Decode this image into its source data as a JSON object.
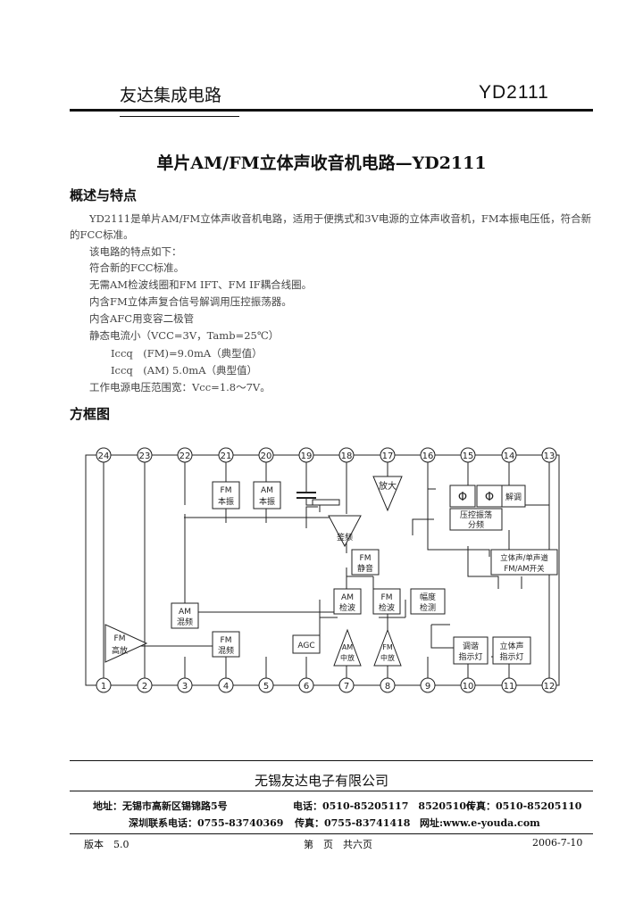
{
  "header": {
    "company": "友达集成电路",
    "model": "YD2111"
  },
  "title": "单片AM/FM立体声收音机电路—YD2111",
  "overview": {
    "heading": "概述与特点",
    "intro": "YD2111是单片AM/FM立体声收音机电路，适用于便携式和3V电源的立体声收音机，FM本振电压低，符合新的FCC标准。",
    "features_intro": "该电路的特点如下：",
    "features": [
      "符合新的FCC标准。",
      "无需AM检波线圈和FM IFT、FM IF耦合线圈。",
      "内含FM立体声复合信号解调用压控振荡器。",
      "内含AFC用变容二极管",
      "静态电流小（VCC=3V，Tamb=25℃）",
      "Iccq　(FM)=9.0mA（典型值）",
      "Iccq　(AM) 5.0mA（典型值）",
      "工作电源电压范围宽：Vcc=1.8～7V。"
    ]
  },
  "block_diagram": {
    "heading": "方框图",
    "top_pins": [
      "24",
      "23",
      "22",
      "21",
      "20",
      "19",
      "18",
      "17",
      "16",
      "15",
      "14",
      "13"
    ],
    "bottom_pins": [
      "1",
      "2",
      "3",
      "4",
      "5",
      "6",
      "7",
      "8",
      "9",
      "10",
      "11",
      "12"
    ],
    "blocks": {
      "fm_osc": [
        "FM",
        "本振"
      ],
      "am_osc": [
        "AM",
        "本振"
      ],
      "amp": "放大",
      "detector": "鉴频",
      "fm_quiet": [
        "FM",
        "静音"
      ],
      "phi1": "Φ",
      "phi2": "Φ",
      "demod": "解调",
      "vco": [
        "压控振荡",
        "分频"
      ],
      "switch": [
        "立体声/单声道",
        "FM/AM开关"
      ],
      "am_mixer": [
        "AM",
        "混频"
      ],
      "fm_mixer": [
        "FM",
        "混频"
      ],
      "fm_rf": [
        "FM",
        "高放"
      ],
      "agc": "AGC",
      "am_det": [
        "AM",
        "检波"
      ],
      "fm_det": [
        "FM",
        "检波"
      ],
      "level_det": [
        "幅度",
        "检测"
      ],
      "am_if": [
        "AM",
        "中放"
      ],
      "fm_if": [
        "FM",
        "中放"
      ],
      "tune_ind": [
        "调谐",
        "指示灯"
      ],
      "stereo_ind": [
        "立体声",
        "指示灯"
      ]
    }
  },
  "footer": {
    "company": "无锡友达电子有限公司",
    "address_label": "地址：无锡市高新区锡锦路5号",
    "phone": "电话：0510-85205117　85205106",
    "fax": "传真：0510-85205110",
    "sz_phone": "深圳联系电话：0755-83740369",
    "sz_fax": "传真：0755-83741418",
    "website": "网址:www.e-youda.com",
    "version": "版本　5.0",
    "page": "第　页　共六页",
    "date": "2006-7-10"
  }
}
